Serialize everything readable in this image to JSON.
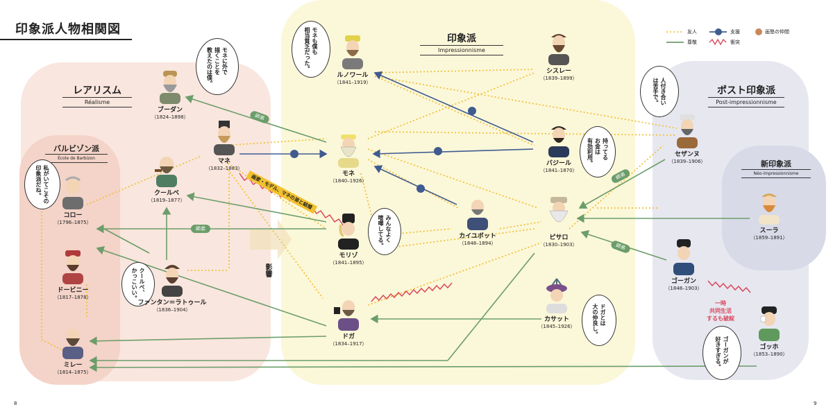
{
  "page_title": "印象派人物相関図",
  "page_left": "8",
  "page_right": "9",
  "influence_label": "影響",
  "groups": {
    "impressionism": {
      "title": "印象派",
      "sub": "Impressionnisme"
    },
    "realism": {
      "title": "レアリスム",
      "sub": "Réalisme"
    },
    "barbizon": {
      "title": "バルビゾン派",
      "sub": "École de Barbizon"
    },
    "post": {
      "title": "ポスト印象派",
      "sub": "Post-impressionnisme"
    },
    "neo": {
      "title": "新印象派",
      "sub": "Néo-impressionnisme"
    }
  },
  "legend": {
    "friend": "友人",
    "support": "支援",
    "respect": "尊敬",
    "conflict": "衝突",
    "salon": "画塾の仲間"
  },
  "tags": {
    "mentor1": "師弟",
    "mentor2": "師弟",
    "mentor3": "師弟",
    "mentor4": "師弟",
    "manet_morisot": "画家・モデル、マネの弟と結婚",
    "gauguin_gogh": "一時\n共同生活\nするも破綻"
  },
  "people": {
    "boudin": {
      "name": "ブーダン",
      "years": "（1824–1898）"
    },
    "manet": {
      "name": "マネ",
      "years": "（1832–1883）"
    },
    "courbet": {
      "name": "クールベ",
      "years": "（1819–1877）"
    },
    "corot": {
      "name": "コロー",
      "years": "（1796–1875）"
    },
    "daubigny": {
      "name": "ドービニー",
      "years": "（1817–1878）"
    },
    "millet": {
      "name": "ミレー",
      "years": "（1814–1875）"
    },
    "fantin": {
      "name": "ファンタン＝ラトゥール",
      "years": "（1836–1904）"
    },
    "renoir": {
      "name": "ルノワール",
      "years": "（1841–1919）"
    },
    "monet": {
      "name": "モネ",
      "years": "（1840–1926）"
    },
    "morisot": {
      "name": "モリゾ",
      "years": "（1841–1895）"
    },
    "degas": {
      "name": "ドガ",
      "years": "（1834–1917）"
    },
    "caillebotte": {
      "name": "カイユボット",
      "years": "（1848–1894）"
    },
    "sisley": {
      "name": "シスレー",
      "years": "（1839–1899）"
    },
    "bazille": {
      "name": "バジール",
      "years": "（1841–1870）"
    },
    "pissarro": {
      "name": "ピサロ",
      "years": "（1830–1903）"
    },
    "cassatt": {
      "name": "カサット",
      "years": "（1845–1926）"
    },
    "cezanne": {
      "name": "セザンヌ",
      "years": "（1839–1906）"
    },
    "seurat": {
      "name": "スーラ",
      "years": "（1859–1891）"
    },
    "gauguin": {
      "name": "ゴーガン",
      "years": "（1848–1903）"
    },
    "gogh": {
      "name": "ゴッホ",
      "years": "（1853–1890）"
    }
  },
  "bubbles": {
    "boudin": "モネに外で\n描くことを\n教えたのは僕。",
    "corot": "私がいてこその\n印象派だね。",
    "fantin": "クールベ、\nかっこいい。",
    "renoir": "モネも僕も\n相当貧乏だった。",
    "morisot": "みんなよく\n喧嘩してる。",
    "bazille": "持ってる\nお金は\n有効利用。",
    "cezanne": "人付き合い\nは苦手で。",
    "cassatt": "ドガとは\n大の仲良し。",
    "gogh": "ゴーガンが\n好きすぎる。"
  },
  "colors": {
    "friend": "#f0c23a",
    "respect": "#6b9d6a",
    "support": "#3f5b8f",
    "conflict": "#d9475b",
    "realism_bg": "#f8e4dd",
    "barbizon_bg": "#f5d6cc",
    "impressionism_bg": "#fbf7d9",
    "post_bg": "#e6e6f0",
    "neo_bg": "#d9dbe8"
  }
}
